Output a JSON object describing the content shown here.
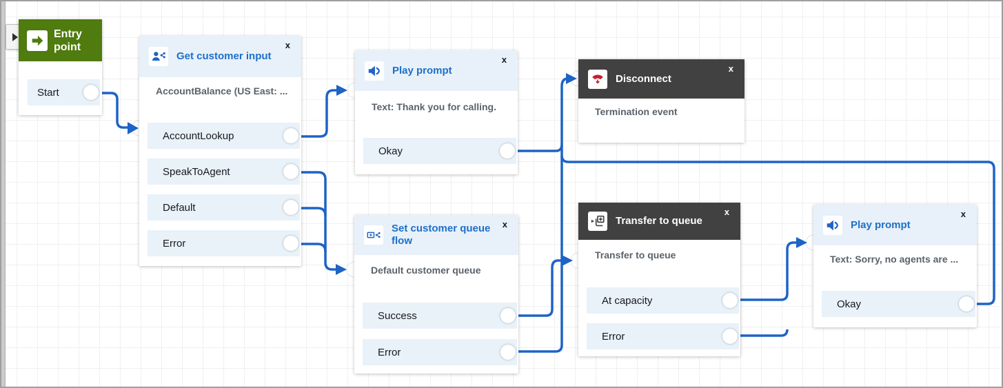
{
  "ui": {
    "close_label": "x",
    "panel_toggle_icon": "right-triangle-icon"
  },
  "colors": {
    "connector_blue": "#1e63c6",
    "title_blue": "#1e6fc8",
    "header_light": "#e8f1fa",
    "header_dark": "#414141",
    "header_green": "#4f7b0f",
    "output_row_bg": "#e9f1f9",
    "body_text_grey": "#5a626a",
    "label_text": "#16191f",
    "disconnect_red": "#c5212e"
  },
  "nodes": {
    "entry_point": {
      "title": "Entry point",
      "outputs": [
        "Start"
      ]
    },
    "get_customer_input": {
      "title": "Get customer input",
      "body": "AccountBalance (US East: ...",
      "outputs": [
        "AccountLookup",
        "SpeakToAgent",
        "Default",
        "Error"
      ]
    },
    "play_prompt_1": {
      "title": "Play prompt",
      "body": "Text: Thank you for calling.",
      "outputs": [
        "Okay"
      ]
    },
    "disconnect": {
      "title": "Disconnect",
      "body": "Termination event",
      "outputs": []
    },
    "set_customer_queue_flow": {
      "title": "Set customer queue flow",
      "body": "Default customer queue",
      "outputs": [
        "Success",
        "Error"
      ]
    },
    "transfer_to_queue": {
      "title": "Transfer to queue",
      "body": "Transfer to queue",
      "outputs": [
        "At capacity",
        "Error"
      ]
    },
    "play_prompt_2": {
      "title": "Play prompt",
      "body": "Text: Sorry, no agents are ...",
      "outputs": [
        "Okay"
      ]
    }
  },
  "connections": [
    {
      "from": "Entry point / Start",
      "to": "Get customer input"
    },
    {
      "from": "Get customer input / AccountLookup",
      "to": "Play prompt (Thank you for calling.)"
    },
    {
      "from": "Get customer input / SpeakToAgent",
      "to": "Set customer queue flow"
    },
    {
      "from": "Get customer input / Default",
      "to": "Set customer queue flow"
    },
    {
      "from": "Get customer input / Error",
      "to": "Set customer queue flow"
    },
    {
      "from": "Play prompt (Thank you for calling.) / Okay",
      "to": "Disconnect"
    },
    {
      "from": "Set customer queue flow / Success",
      "to": "Transfer to queue"
    },
    {
      "from": "Set customer queue flow / Error",
      "to": "Disconnect"
    },
    {
      "from": "Transfer to queue / At capacity",
      "to": "Play prompt (Sorry, no agents are ...)"
    },
    {
      "from": "Transfer to queue / Error",
      "to": "Play prompt (Sorry, no agents are ...)"
    },
    {
      "from": "Play prompt (Sorry, no agents are ...) / Okay",
      "to": "Disconnect"
    }
  ]
}
